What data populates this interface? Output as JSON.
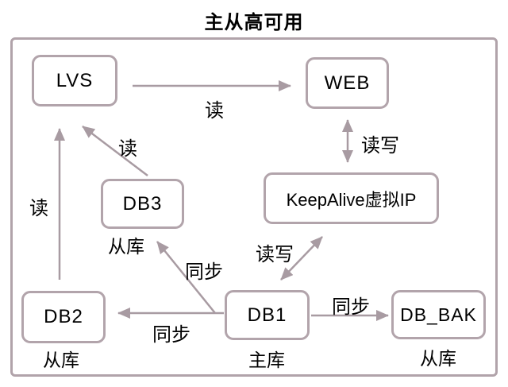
{
  "title": "主从高可用",
  "colors": {
    "arrow_line": "#a89ba2",
    "box_border": "#b2a4ab",
    "frame_border": "#b1a3aa",
    "background": "#ffffff",
    "text": "#000000"
  },
  "nodes": {
    "lvs": {
      "label": "LVS"
    },
    "web": {
      "label": "WEB"
    },
    "keepalive": {
      "label": "KeepAlive虚拟IP"
    },
    "db3": {
      "label": "DB3",
      "role": "从库"
    },
    "db2": {
      "label": "DB2",
      "role": "从库"
    },
    "db1": {
      "label": "DB1",
      "role": "主库"
    },
    "db_bak": {
      "label": "DB_BAK",
      "role": "从库"
    }
  },
  "edges": {
    "lvs_to_web": {
      "label": "读",
      "type": "single"
    },
    "db3_to_lvs": {
      "label": "读",
      "type": "single"
    },
    "db2_to_lvs": {
      "label": "读",
      "type": "single"
    },
    "web_keepalive": {
      "label": "读写",
      "type": "double"
    },
    "db1_keepalive": {
      "label": "读写",
      "type": "double"
    },
    "db1_to_db3": {
      "label": "同步",
      "type": "single"
    },
    "db1_to_db2": {
      "label": "同步",
      "type": "single"
    },
    "db1_to_db_bak": {
      "label": "同步",
      "type": "single"
    }
  }
}
